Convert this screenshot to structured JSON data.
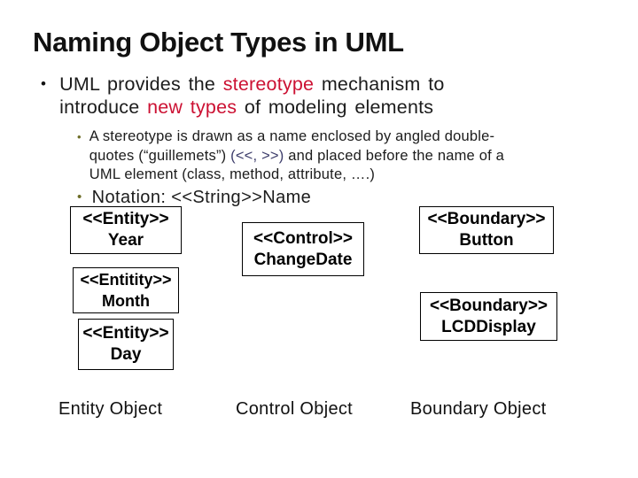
{
  "slide": {
    "title": "Naming Object Types in UML",
    "bullet_char": "•",
    "colors": {
      "accent_red": "#cc1133",
      "sub_bullet_olive": "#6e6e28",
      "guillemet_blue": "#3d3d6b",
      "text": "#1c1c1c"
    },
    "bullet1": {
      "line1": [
        {
          "t": "UML provides the "
        },
        {
          "t": "stereotype"
        },
        {
          "t": " mechanism to"
        }
      ],
      "line2": [
        {
          "t": "introduce "
        },
        {
          "t": "new types"
        },
        {
          "t": " of modeling elements"
        }
      ]
    },
    "sub_bullet": {
      "line1": "A stereotype is drawn as a name enclosed by angled double-",
      "line2a": "quotes (“guillemets”) ",
      "line2b": "(<<, >>)",
      "line2c": " and placed before the name of a",
      "line3": "UML element (class, method, attribute, ….)"
    },
    "notation": "Notation: <<String>>Name",
    "boxes": [
      {
        "stereotype": "<<Entity>>",
        "name": "Year"
      },
      {
        "stereotype": "<<Entitity>>",
        "name": "Month"
      },
      {
        "stereotype": "<<Entity>>",
        "name": "Day"
      },
      {
        "stereotype": "<<Control>>",
        "name": "ChangeDate"
      },
      {
        "stereotype": "<<Boundary>>",
        "name": "Button"
      },
      {
        "stereotype": "<<Boundary>>",
        "name": "LCDDisplay"
      }
    ],
    "labels": [
      "Entity Object",
      "Control Object",
      "Boundary Object"
    ]
  }
}
